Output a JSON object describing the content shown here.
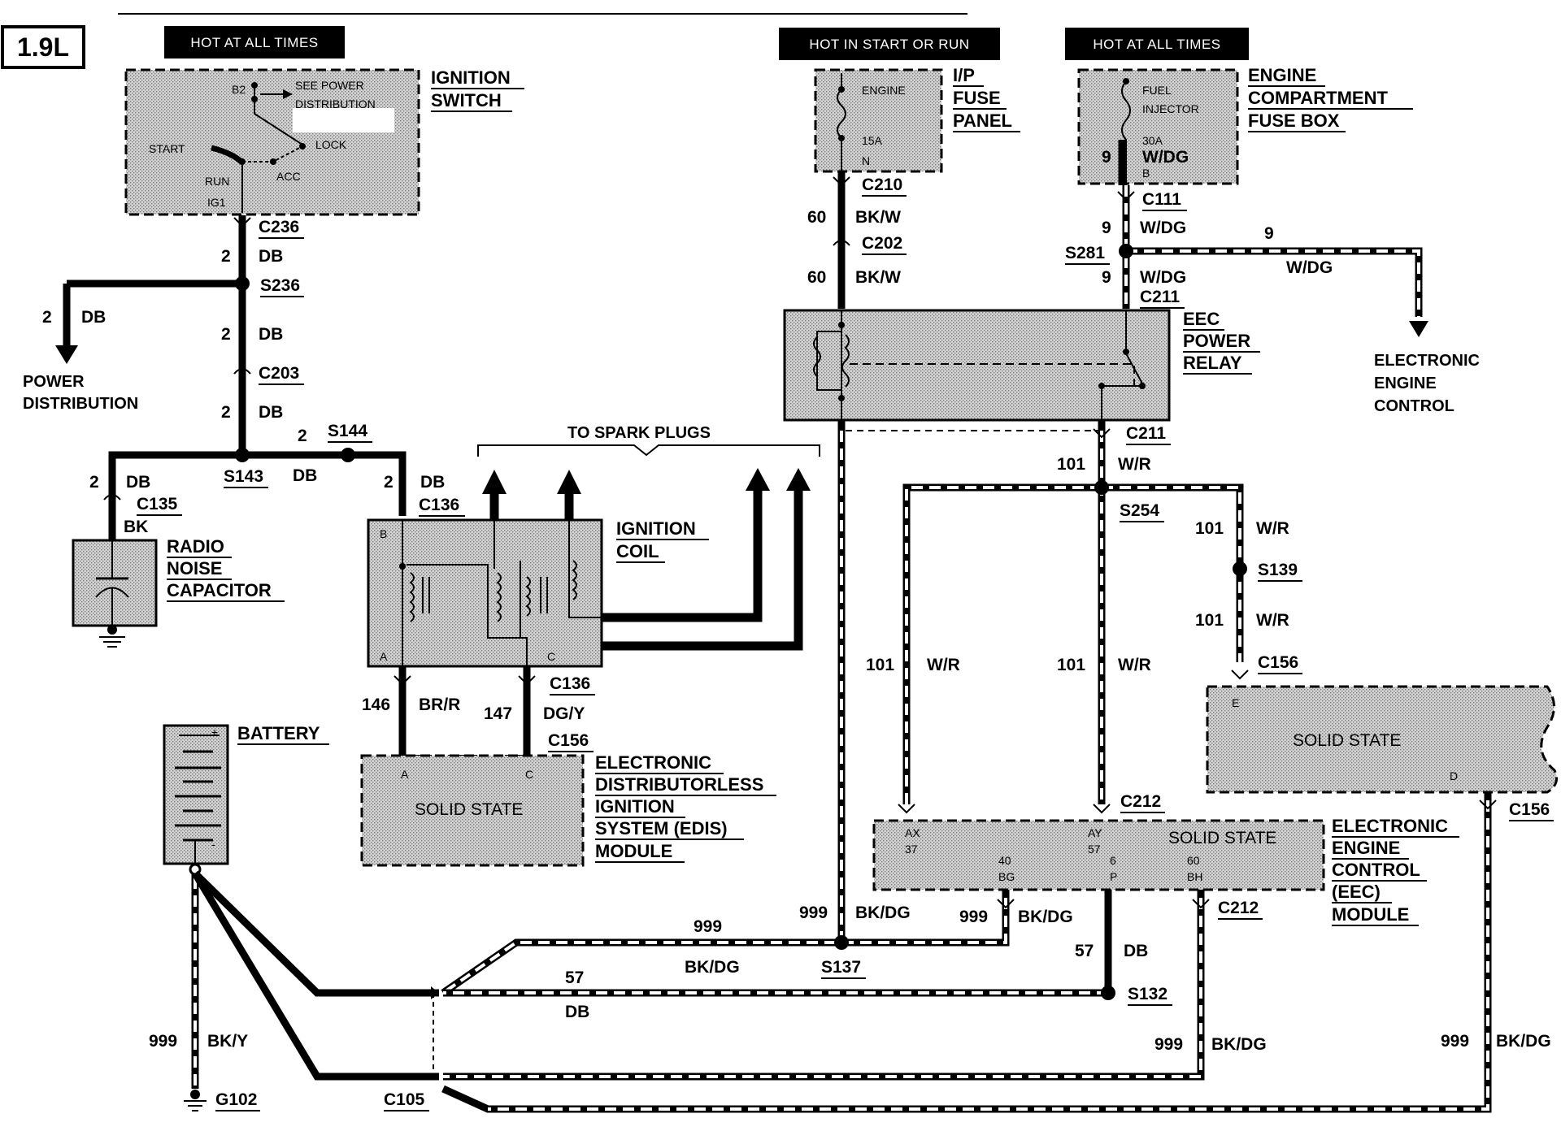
{
  "engine_badge": "1.9L",
  "headers": {
    "hot_at_all_times_1": "HOT AT ALL TIMES",
    "hot_in_start_or_run": "HOT IN START OR RUN",
    "hot_at_all_times_2": "HOT AT ALL TIMES"
  },
  "components": {
    "ignition_switch": [
      "IGNITION",
      "SWITCH"
    ],
    "ip_fuse_panel": [
      "I/P",
      "FUSE",
      "PANEL"
    ],
    "engine_fuse_box": [
      "ENGINE",
      "COMPARTMENT",
      "FUSE BOX"
    ],
    "eec_power_relay": [
      "EEC",
      "POWER",
      "RELAY"
    ],
    "electronic_engine_control_dest": [
      "ELECTRONIC",
      "ENGINE",
      "CONTROL"
    ],
    "power_distribution": [
      "POWER",
      "DISTRIBUTION"
    ],
    "radio_noise_capacitor": [
      "RADIO",
      "NOISE",
      "CAPACITOR"
    ],
    "ignition_coil": [
      "IGNITION",
      "COIL"
    ],
    "to_spark_plugs": "TO SPARK PLUGS",
    "battery": "BATTERY",
    "edis_module": [
      "ELECTRONIC",
      "DISTRIBUTORLESS",
      "IGNITION",
      "SYSTEM (EDIS)",
      "MODULE"
    ],
    "eec_module": [
      "ELECTRONIC",
      "ENGINE",
      "CONTROL",
      "(EEC)",
      "MODULE"
    ],
    "solid_state": "SOLID STATE"
  },
  "switch_details": {
    "b2": "B2",
    "see_power": "SEE POWER",
    "distribution": "DISTRIBUTION",
    "start": "START",
    "lock": "LOCK",
    "run": "RUN",
    "ig1": "IG1",
    "acc": "ACC"
  },
  "fuse_details": {
    "engine": "ENGINE",
    "amps_15": "15A",
    "pin_n": "N",
    "fuel": "FUEL",
    "injector": "INJECTOR",
    "amps_30": "30A",
    "wdg": "W/DG",
    "pin_b": "B",
    "circuit_9": "9"
  },
  "pins": {
    "coil_b": "B",
    "coil_a": "A",
    "coil_c": "C",
    "edis_a": "A",
    "edis_c": "C",
    "ss_e": "E",
    "ss_d": "D",
    "eec_ax": "AX",
    "eec_37": "37",
    "eec_40": "40",
    "eec_bg": "BG",
    "eec_ay": "AY",
    "eec_57": "57",
    "eec_6": "6",
    "eec_p": "P",
    "eec_60": "60",
    "eec_bh": "BH"
  },
  "connectors": {
    "c236": "C236",
    "s236": "S236",
    "c203": "C203",
    "s143": "S143",
    "s144": "S144",
    "c135": "C135",
    "c136a": "C136",
    "c136b": "C136",
    "c156a": "C156",
    "c210": "C210",
    "c202": "C202",
    "c111": "C111",
    "s281": "S281",
    "c211a": "C211",
    "c211b": "C211",
    "s254": "S254",
    "s139": "S139",
    "c156b": "C156",
    "c156c": "C156",
    "c212a": "C212",
    "c212b": "C212",
    "s137": "S137",
    "s132": "S132",
    "c105": "C105",
    "g102": "G102"
  },
  "circuit_labels": {
    "n2": "2",
    "db": "DB",
    "bk": "BK",
    "n60": "60",
    "bkw": "BK/W",
    "n9": "9",
    "wdg": "W/DG",
    "n101": "101",
    "wr": "W/R",
    "n146": "146",
    "brr": "BR/R",
    "n147": "147",
    "dgy": "DG/Y",
    "n999": "999",
    "bkdg": "BK/DG",
    "bky": "BK/Y",
    "n57": "57"
  }
}
